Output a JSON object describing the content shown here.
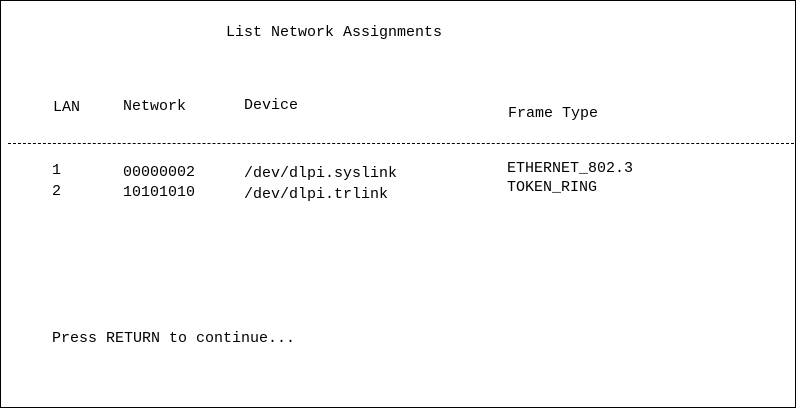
{
  "screen": {
    "title": "List Network Assignments",
    "columns": {
      "lan": "LAN",
      "network": "Network",
      "device": "Device",
      "frame_type": "Frame Type"
    },
    "rows": [
      {
        "lan": "1",
        "network": "00000002",
        "device": "/dev/dlpi.syslink",
        "frame_type": "ETHERNET_802.3"
      },
      {
        "lan": "2",
        "network": "10101010",
        "device": "/dev/dlpi.trlink",
        "frame_type": "TOKEN_RING"
      }
    ],
    "prompt": "Press RETURN to continue..."
  },
  "colors": {
    "background": "#ffffff",
    "text": "#000000",
    "border": "#000000"
  }
}
